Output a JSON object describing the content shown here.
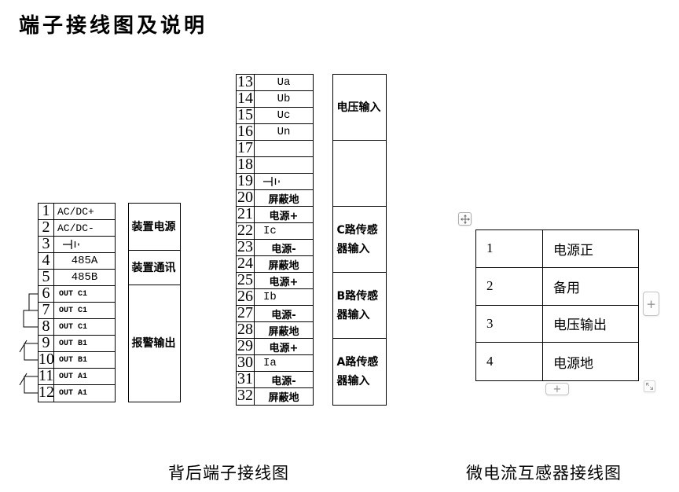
{
  "title": "端子接线图及说明",
  "rear_panel": {
    "caption": "背后端子接线图",
    "power_comm_strip": {
      "terminals": [
        {
          "no": "1",
          "label": "AC/DC+"
        },
        {
          "no": "2",
          "label": "AC/DC-"
        },
        {
          "no": "3",
          "label": "",
          "symbol": "ground"
        },
        {
          "no": "4",
          "label": "485A"
        },
        {
          "no": "5",
          "label": "485B"
        },
        {
          "no": "6",
          "label": "OUT C1"
        },
        {
          "no": "7",
          "label": "OUT C1"
        },
        {
          "no": "8",
          "label": "OUT C1"
        },
        {
          "no": "9",
          "label": "OUT B1"
        },
        {
          "no": "10",
          "label": "OUT B1"
        },
        {
          "no": "11",
          "label": "OUT A1"
        },
        {
          "no": "12",
          "label": "OUT A1"
        }
      ],
      "groups": [
        {
          "label": "装置电源"
        },
        {
          "label": "装置通讯"
        },
        {
          "label": "报警输出"
        }
      ]
    },
    "signal_strip": {
      "terminals": [
        {
          "no": "13",
          "label": "Ua"
        },
        {
          "no": "14",
          "label": "Ub"
        },
        {
          "no": "15",
          "label": "Uc"
        },
        {
          "no": "16",
          "label": "Un"
        },
        {
          "no": "17",
          "label": ""
        },
        {
          "no": "18",
          "label": ""
        },
        {
          "no": "19",
          "label": "",
          "symbol": "ground"
        },
        {
          "no": "20",
          "label": "屏蔽地"
        },
        {
          "no": "21",
          "label": "电源+"
        },
        {
          "no": "22",
          "label": "Ic"
        },
        {
          "no": "23",
          "label": "电源-"
        },
        {
          "no": "24",
          "label": "屏蔽地"
        },
        {
          "no": "25",
          "label": "电源+"
        },
        {
          "no": "26",
          "label": "Ib"
        },
        {
          "no": "27",
          "label": "电源-"
        },
        {
          "no": "28",
          "label": "屏蔽地"
        },
        {
          "no": "29",
          "label": "电源+"
        },
        {
          "no": "30",
          "label": "Ia"
        },
        {
          "no": "31",
          "label": "电源-"
        },
        {
          "no": "32",
          "label": "屏蔽地"
        }
      ],
      "groups": [
        {
          "label": "电压输入"
        },
        {
          "label": ""
        },
        {
          "label": "C路传感器输入"
        },
        {
          "label": "B路传感器输入"
        },
        {
          "label": "A路传感器输入"
        }
      ]
    }
  },
  "sensor_table": {
    "caption": "微电流互感器接线图",
    "rows": [
      {
        "no": "1",
        "label": "电源正"
      },
      {
        "no": "2",
        "label": "备用"
      },
      {
        "no": "3",
        "label": "电压输出"
      },
      {
        "no": "4",
        "label": "电源地"
      }
    ],
    "controls": {
      "add_label": "+",
      "move_icon": "four-direction-move",
      "resize_icon": "diagonal-resize"
    }
  },
  "icons": {
    "terminal_3_and_19": "earth-ground-symbol"
  }
}
